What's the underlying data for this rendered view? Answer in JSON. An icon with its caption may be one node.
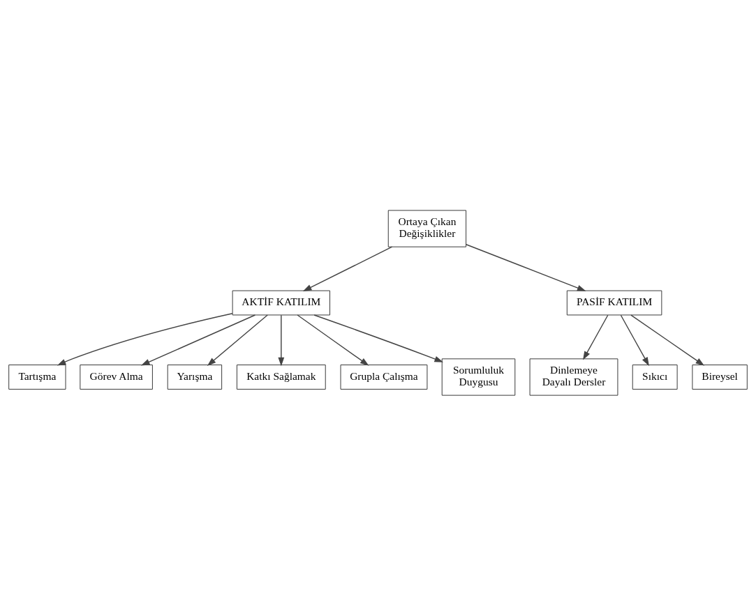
{
  "diagram": {
    "nodes": [
      {
        "text": [
          "Ortaya Çıkan Değişiklikler"
        ]
      },
      {
        "text": [
          "AKTİF KATILIM"
        ]
      },
      {
        "text": [
          "PASİF KATILIM"
        ]
      },
      {
        "text": [
          "Tartışma"
        ]
      },
      {
        "text": [
          "Görev Alma"
        ]
      },
      {
        "text": [
          "Yarışma"
        ]
      },
      {
        "text": [
          "Katkı Sağlamak"
        ]
      },
      {
        "text": [
          "Grupla Çalışma"
        ]
      },
      {
        "text": [
          "Sorumluluk Duygusu"
        ]
      },
      {
        "text": [
          "Dinlemeye Dayalı Dersler"
        ]
      },
      {
        "text": [
          "Sıkıcı"
        ]
      },
      {
        "text": [
          "Bireysel"
        ]
      }
    ],
    "edges": [
      {
        "from": 0,
        "to": 1,
        "arrow": "to"
      },
      {
        "from": 0,
        "to": 2,
        "arrow": "to"
      },
      {
        "from": 1,
        "to": 3,
        "arrow": "to"
      },
      {
        "from": 1,
        "to": 4,
        "arrow": "to"
      },
      {
        "from": 1,
        "to": 5,
        "arrow": "to"
      },
      {
        "from": 1,
        "to": 6,
        "arrow": "to"
      },
      {
        "from": 1,
        "to": 7,
        "arrow": "to"
      },
      {
        "from": 1,
        "to": 8,
        "arrow": "to"
      },
      {
        "from": 2,
        "to": 9,
        "arrow": "to"
      },
      {
        "from": 2,
        "to": 10,
        "arrow": "to"
      },
      {
        "from": 2,
        "to": 11,
        "arrow": "to"
      }
    ]
  }
}
